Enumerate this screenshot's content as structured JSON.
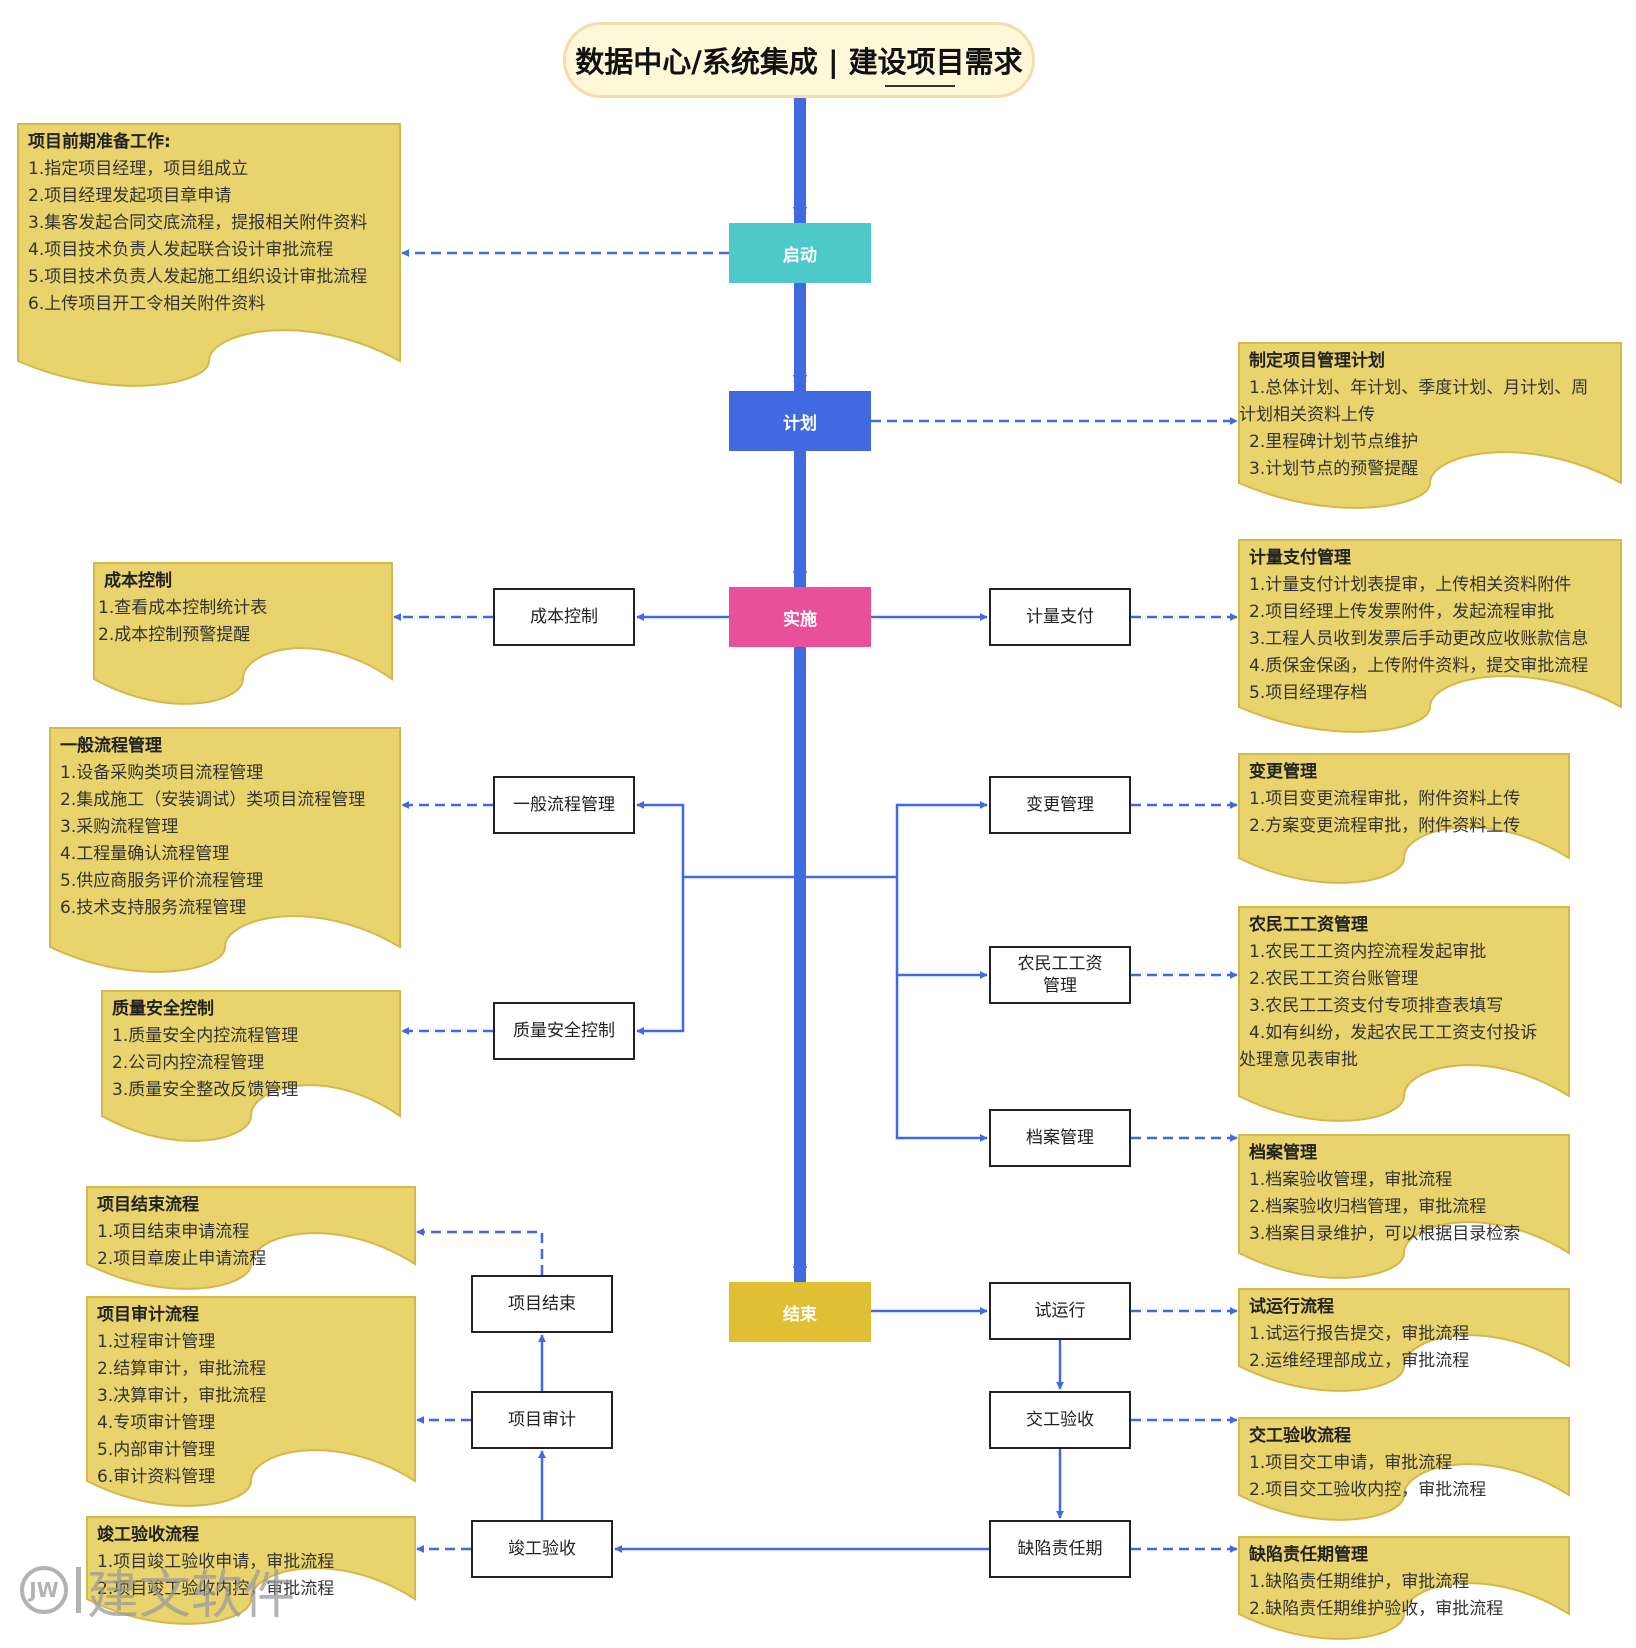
{
  "title": "数据中心/系统集成 | 建设项目需求",
  "colors": {
    "start": "#4ec9c9",
    "plan": "#4169e1",
    "implement": "#e9509a",
    "end": "#dfbf33",
    "note_fill": "#e8d36c",
    "note_stroke": "#d4b94a",
    "arrow": "#4169e1"
  },
  "phases": {
    "start": "启动",
    "plan": "计划",
    "implement": "实施",
    "end": "结束"
  },
  "nodes": {
    "cost_control": "成本控制",
    "metering_payment": "计量支付",
    "general_process": "一般流程管理",
    "change_mgmt": "变更管理",
    "migrant_wage": "农民工工资管理",
    "quality_safety": "质量安全控制",
    "archive_mgmt": "档案管理",
    "project_close": "项目结束",
    "project_audit": "项目审计",
    "completion_accept": "竣工验收",
    "trial_run": "试运行",
    "handover_accept": "交工验收",
    "defect_liability": "缺陷责任期"
  },
  "notes": {
    "prep": {
      "title": "项目前期准备工作:",
      "items": [
        "1.指定项目经理，项目组成立",
        "2.项目经理发起项目章申请",
        "3.集客发起合同交底流程，提报相关附件资料",
        "4.项目技术负责人发起联合设计审批流程",
        "5.项目技术负责人发起施工组织设计审批流程",
        "6.上传项目开工令相关附件资料"
      ]
    },
    "plan": {
      "title": "制定项目管理计划",
      "items": [
        "1.总体计划、年计划、季度计划、月计划、周",
        "计划相关资料上传",
        "2.里程碑计划节点维护",
        "3.计划节点的预警提醒"
      ]
    },
    "cost": {
      "title": "成本控制",
      "items": [
        "1.查看成本控制统计表",
        "2.成本控制预警提醒"
      ]
    },
    "metering": {
      "title": "计量支付管理",
      "items": [
        "1.计量支付计划表提审，上传相关资料附件",
        "2.项目经理上传发票附件，发起流程审批",
        "3.工程人员收到发票后手动更改应收账款信息",
        "4.质保金保函，上传附件资料，提交审批流程",
        "5.项目经理存档"
      ]
    },
    "general": {
      "title": "一般流程管理",
      "items": [
        "1.设备采购类项目流程管理",
        "2.集成施工（安装调试）类项目流程管理",
        "3.采购流程管理",
        "4.工程量确认流程管理",
        "5.供应商服务评价流程管理",
        "6.技术支持服务流程管理"
      ]
    },
    "change": {
      "title": "变更管理",
      "items": [
        "1.项目变更流程审批，附件资料上传",
        "2.方案变更流程审批，附件资料上传"
      ]
    },
    "quality": {
      "title": "质量安全控制",
      "items": [
        "1.质量安全内控流程管理",
        "2.公司内控流程管理",
        "3.质量安全整改反馈管理"
      ]
    },
    "wage": {
      "title": "农民工工资管理",
      "items": [
        "1.农民工工资内控流程发起审批",
        "2.农民工工资台账管理",
        "3.农民工工资支付专项排查表填写",
        "4.如有纠纷，发起农民工工资支付投诉",
        "处理意见表审批"
      ]
    },
    "archive": {
      "title": "档案管理",
      "items": [
        "1.档案验收管理，审批流程",
        "2.档案验收归档管理，审批流程",
        "3.档案目录维护，可以根据目录检索"
      ]
    },
    "close": {
      "title": "项目结束流程",
      "items": [
        "1.项目结束申请流程",
        "2.项目章废止申请流程"
      ]
    },
    "audit": {
      "title": "项目审计流程",
      "items": [
        "1.过程审计管理",
        "2.结算审计，审批流程",
        "3.决算审计，审批流程",
        "4.专项审计管理",
        "5.内部审计管理",
        "6.审计资料管理"
      ]
    },
    "completion": {
      "title": "竣工验收流程",
      "items": [
        "1.项目竣工验收申请，审批流程",
        "2.项目竣工验收内控，审批流程"
      ]
    },
    "trial": {
      "title": "试运行流程",
      "items": [
        "1.试运行报告提交，审批流程",
        "2.运维经理部成立，审批流程"
      ]
    },
    "handover": {
      "title": "交工验收流程",
      "items": [
        "1.项目交工申请，审批流程",
        "2.项目交工验收内控，审批流程"
      ]
    },
    "defect": {
      "title": "缺陷责任期管理",
      "items": [
        "1.缺陷责任期维护，审批流程",
        "2.缺陷责任期维护验收，审批流程"
      ]
    }
  },
  "watermark": {
    "logo": "JW",
    "text": "建文软件"
  }
}
